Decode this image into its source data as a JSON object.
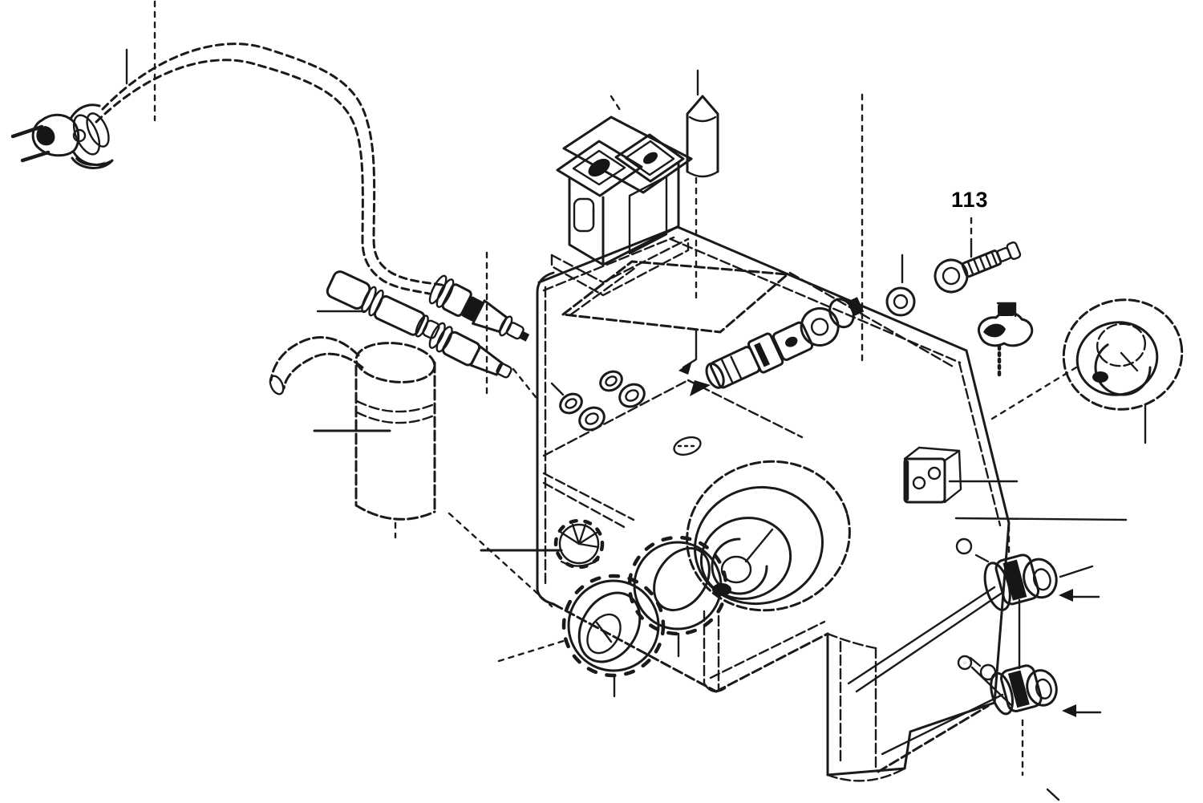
{
  "meta": {
    "type": "exploded-parts-diagram",
    "description": "black and white exploded view line drawing of a pump / sprayer gearbox housing with power cord, switch block, fittings and pressure knobs"
  },
  "colors": {
    "background": "#ffffff",
    "line": "#1a1a1a",
    "label_text": "#000000"
  },
  "labels": {
    "part113": "113"
  },
  "parts": [
    "power-plug",
    "power-cord",
    "cable-connector-a",
    "cable-connector-b",
    "capacitor-canister",
    "canister-hose",
    "main-housing",
    "switch-block",
    "mounting-pin",
    "valve-assembly",
    "bearing-boss",
    "gland-ring-front",
    "gland-ring-rear",
    "scalloped-nut",
    "nut-cluster-a",
    "nut-cluster-b",
    "fitting-113",
    "hex-nut-113",
    "elbow-fitting",
    "inlet-grommet-ring",
    "prime-valve-block",
    "pressure-knob-upper",
    "pressure-knob-lower"
  ]
}
